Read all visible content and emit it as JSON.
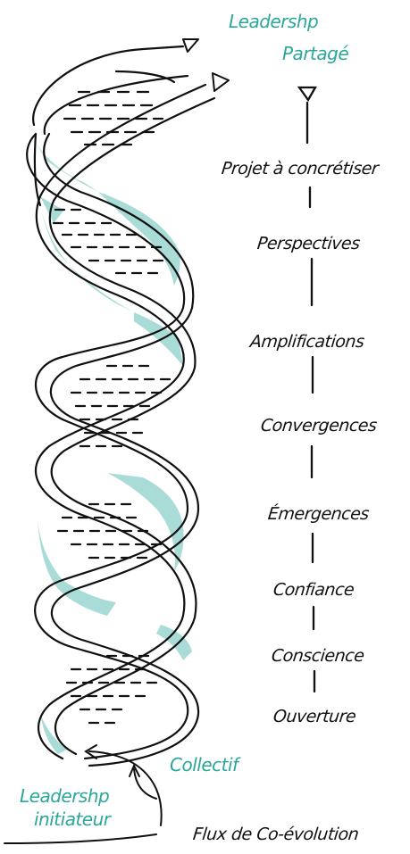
{
  "labels": {
    "top_leader_line1": "Leadershp",
    "top_leader_line2": "Partagé",
    "bottom_leader_line1": "Leadershp",
    "bottom_leader_line2": "initiateur",
    "collectif": "Collectif",
    "flux": "Flux de Co-évolution"
  },
  "steps": [
    "Projet à concrétiser",
    "Perspectives",
    "Amplifications",
    "Convergences",
    "Émergences",
    "Confiance",
    "Conscience",
    "Ouverture"
  ],
  "colors": {
    "accent_teal": "#2aa79a",
    "fill_teal": "#a9dcd6",
    "ink": "#111111"
  }
}
